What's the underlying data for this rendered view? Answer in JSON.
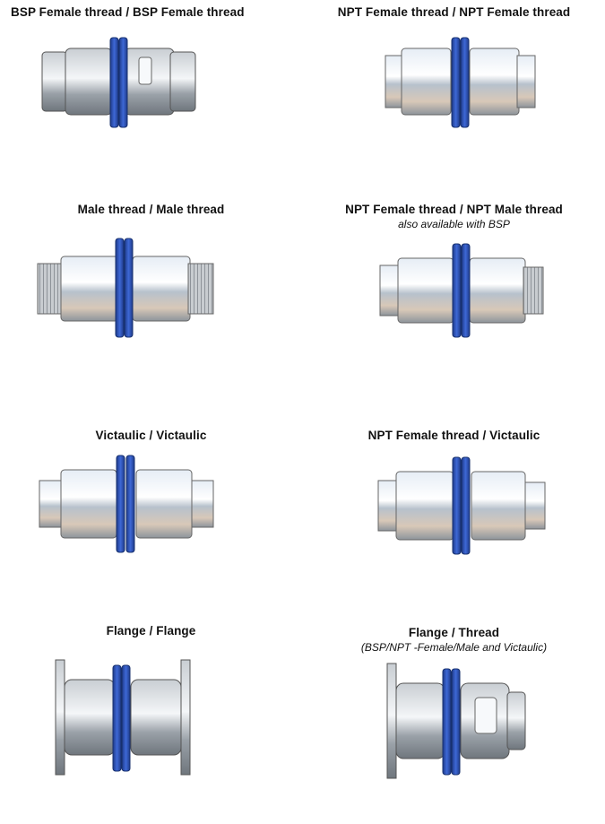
{
  "items": [
    {
      "title": "BSP Female thread / BSP Female thread",
      "subtitle": "",
      "variant": "bsp-female"
    },
    {
      "title": "NPT Female thread / NPT Female thread",
      "subtitle": "",
      "variant": "npt-female"
    },
    {
      "title": "Male thread / Male thread",
      "subtitle": "",
      "variant": "male-male"
    },
    {
      "title": "NPT Female thread / NPT Male thread",
      "subtitle": "also available with BSP",
      "variant": "npt-f-m"
    },
    {
      "title": "Victaulic / Victaulic",
      "subtitle": "",
      "variant": "victaulic"
    },
    {
      "title": "NPT Female thread / Victaulic",
      "subtitle": "",
      "variant": "npt-vic"
    },
    {
      "title": "Flange / Flange",
      "subtitle": "",
      "variant": "flange"
    },
    {
      "title": "Flange / Thread",
      "subtitle": "(BSP/NPT -Female/Male and Victaulic)",
      "variant": "flange-thread"
    }
  ],
  "colors": {
    "coupling_blue": "#2b4fb0",
    "steel_light": "#e8eef4",
    "steel_dark": "#8c939b"
  }
}
